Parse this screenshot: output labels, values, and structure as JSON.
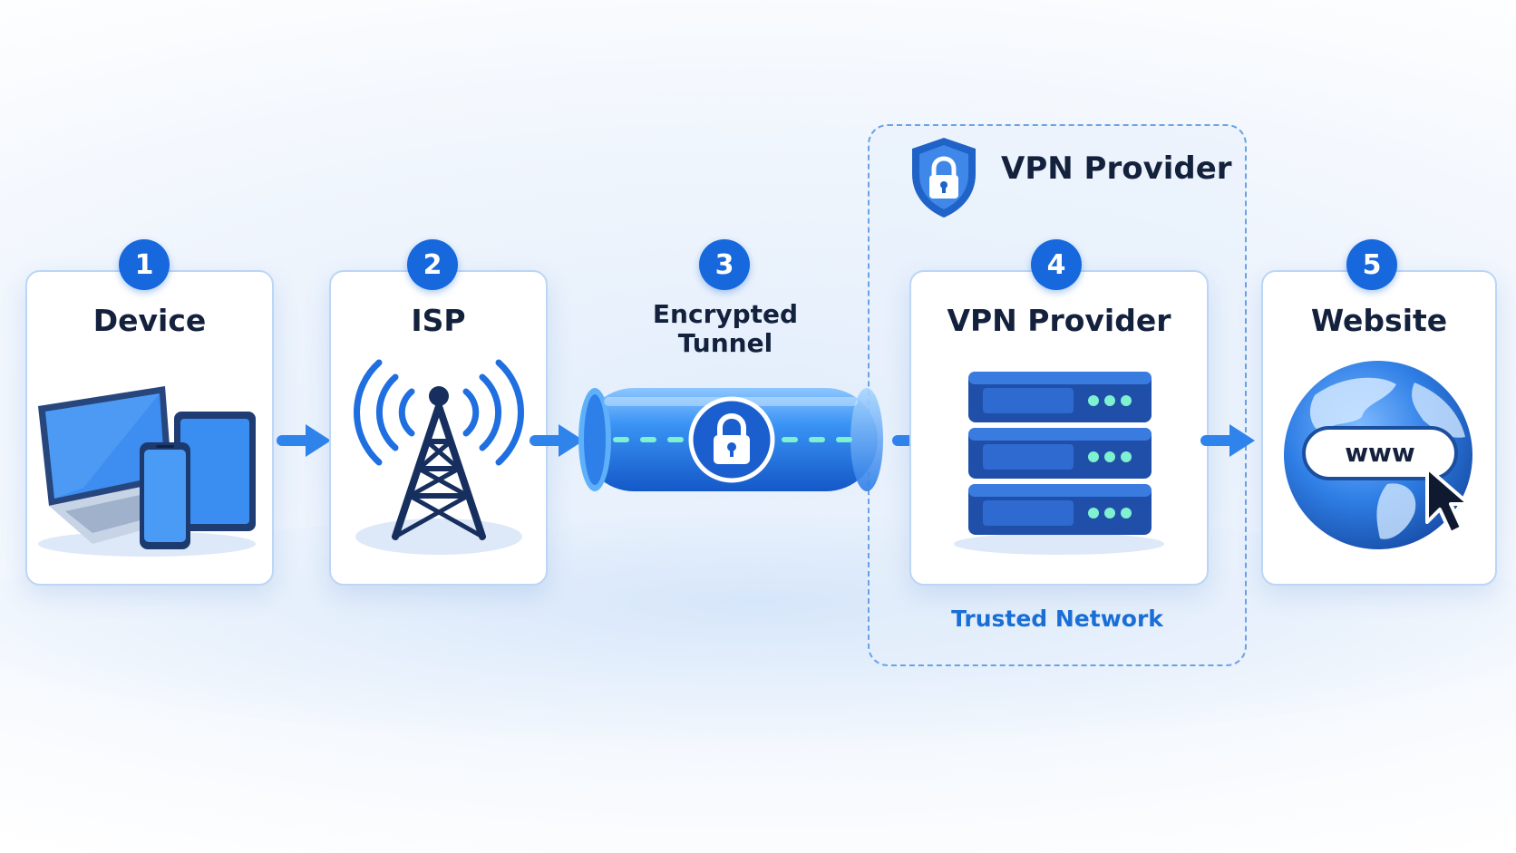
{
  "colors": {
    "accent": "#1668dc",
    "text": "#14213d",
    "card_border": "#bcd6f5",
    "tunnel_glow": "#7ff0d0"
  },
  "steps": [
    {
      "number": "1",
      "label": "Device",
      "icon": "devices-icon"
    },
    {
      "number": "2",
      "label": "ISP",
      "icon": "cell-tower-icon"
    },
    {
      "number": "3",
      "label_line1": "Encrypted",
      "label_line2": "Tunnel",
      "icon": "tunnel-lock-icon"
    },
    {
      "number": "4",
      "label": "VPN Provider",
      "icon": "server-rack-icon"
    },
    {
      "number": "5",
      "label": "Website",
      "icon": "globe-www-icon"
    }
  ],
  "zone": {
    "title": "VPN Provider",
    "footer": "Trusted Network",
    "icon": "shield-lock-icon"
  },
  "website": {
    "url_text": "www"
  }
}
